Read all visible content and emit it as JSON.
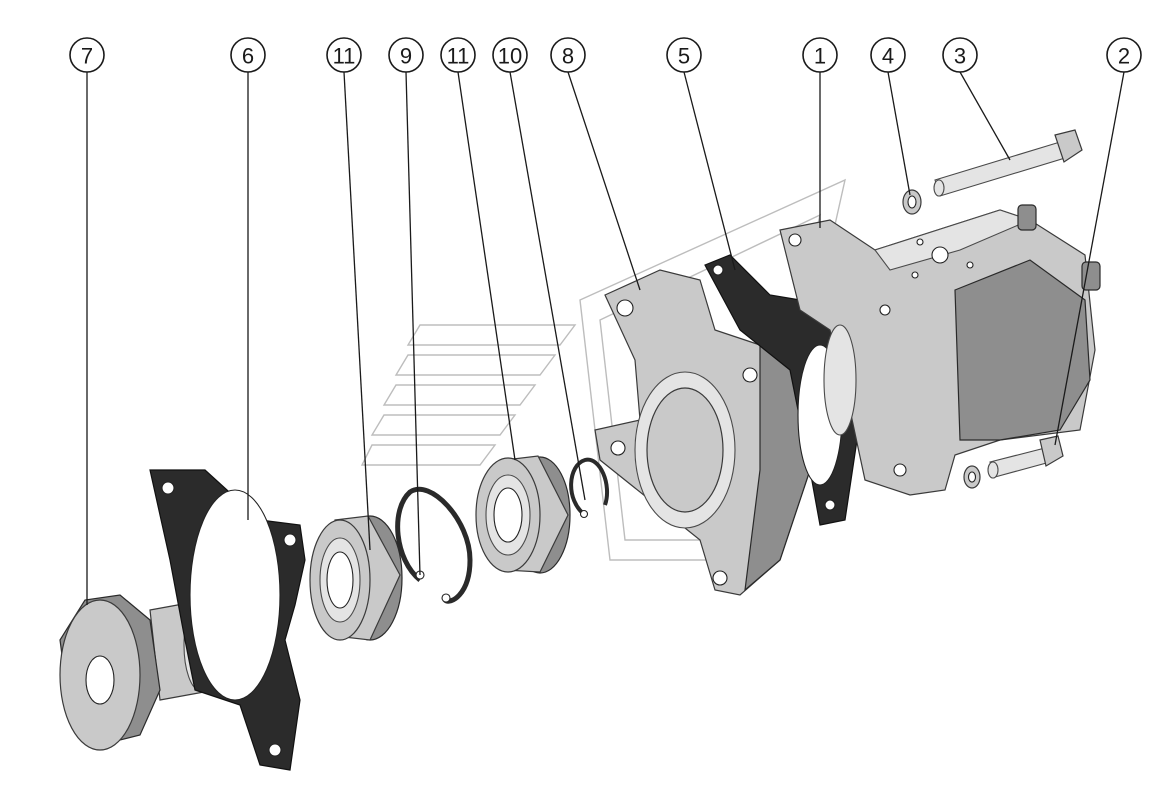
{
  "callouts": [
    {
      "number": "7"
    },
    {
      "number": "6"
    },
    {
      "number": "11"
    },
    {
      "number": "9"
    },
    {
      "number": "11"
    },
    {
      "number": "10"
    },
    {
      "number": "8"
    },
    {
      "number": "5"
    },
    {
      "number": "1"
    },
    {
      "number": "4"
    },
    {
      "number": "3"
    },
    {
      "number": "2"
    }
  ]
}
